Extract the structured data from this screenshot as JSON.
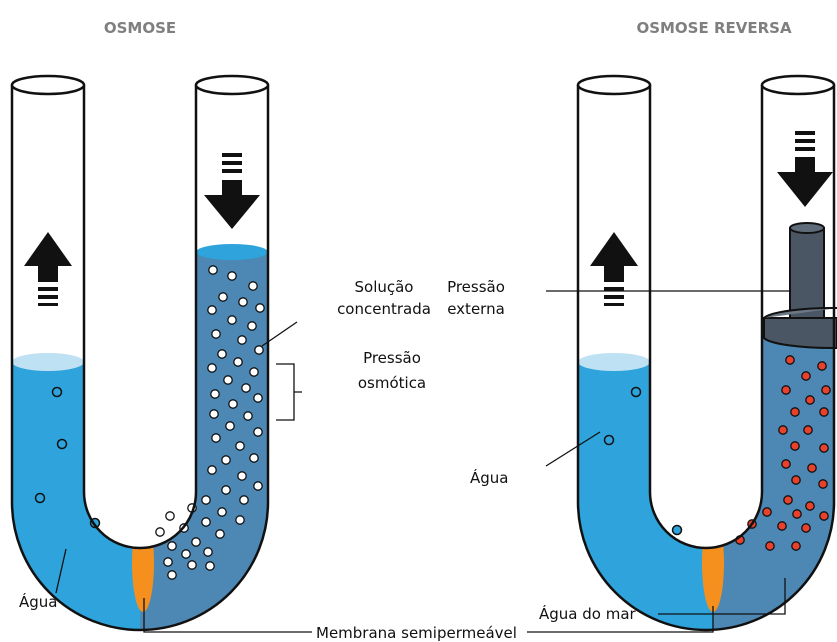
{
  "colors": {
    "water": "#2ea3dc",
    "water_light": "#bfe1f4",
    "solution": "#4d87b3",
    "membrane": "#f5901f",
    "tube_outline": "#111111",
    "piston": "#4a5663",
    "salt_particles": "#e8412c",
    "solute_particles": "#ffffff",
    "title_text": "#7f7f7f"
  },
  "icons": [
    "arrow-up-icon",
    "arrow-down-icon"
  ],
  "panels": {
    "osmosis": {
      "title": "OSMOSE",
      "label_solution_line1": "Solução",
      "label_solution_line2": "concentrada",
      "label_osmotic_line1": "Pressão",
      "label_osmotic_line2": "osmótica",
      "label_water": "Água"
    },
    "reverse_osmosis": {
      "title": "OSMOSE REVERSA",
      "label_external_line1": "Pressão",
      "label_external_line2": "externa",
      "label_water": "Água",
      "label_seawater": "Água do mar"
    },
    "membrane_label": "Membrana semipermeável"
  }
}
